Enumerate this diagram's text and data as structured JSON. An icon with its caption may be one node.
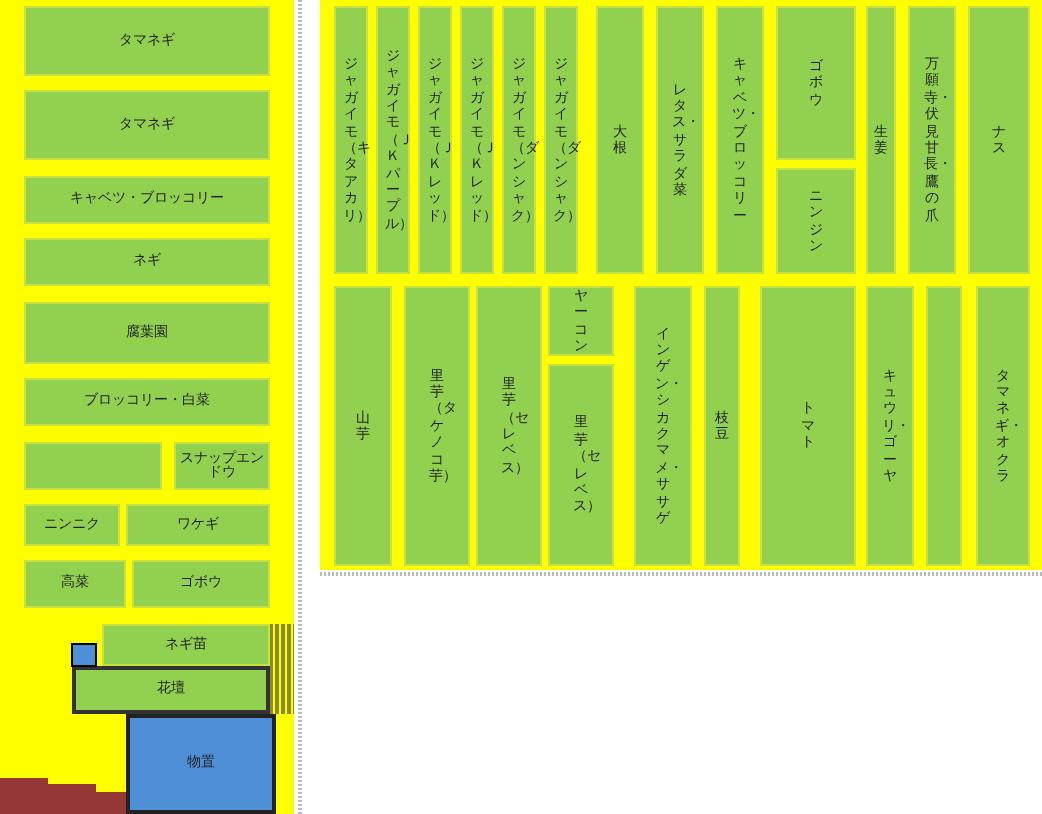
{
  "diagram": {
    "nodes": [
      {
        "text": [
          "タマネギ"
        ]
      },
      {
        "text": [
          "タマネギ"
        ]
      },
      {
        "text": [
          "キャベツ・ブロッコリー"
        ]
      },
      {
        "text": [
          "ネギ"
        ]
      },
      {
        "text": [
          "腐葉園"
        ]
      },
      {
        "text": [
          "ブロッコリー・白菜"
        ]
      },
      {
        "text": [],
        "shape": "box"
      },
      {
        "text": [
          "スナップエンドウ"
        ]
      },
      {
        "text": [
          "ニンニク"
        ]
      },
      {
        "text": [
          "ワケギ"
        ]
      },
      {
        "text": [
          "高菜"
        ]
      },
      {
        "text": [
          "ゴボウ"
        ]
      },
      {
        "text": [
          "ネギ苗"
        ]
      },
      {
        "text": [
          "花壇"
        ]
      },
      {
        "text": [
          "物置"
        ]
      },
      {
        "text": [
          "ジャガイモ（キタアカリ）"
        ]
      },
      {
        "text": [
          "ジャガイモ（ＪＫパープル）"
        ]
      },
      {
        "text": [
          "ジャガイモ（ＪＫレッド）"
        ]
      },
      {
        "text": [
          "ジャガイモ（ＪＫレッド）"
        ]
      },
      {
        "text": [
          "ジャガイモ（ダンシャク）"
        ]
      },
      {
        "text": [
          "ジャガイモ（ダンシャク）"
        ]
      },
      {
        "text": [
          "大根"
        ]
      },
      {
        "text": [
          "レタス・サラダ菜"
        ]
      },
      {
        "text": [
          "キャベツ・ブロッコリー"
        ]
      },
      {
        "text": [
          "ゴボウ"
        ]
      },
      {
        "text": [
          "ニンジン"
        ]
      },
      {
        "text": [
          "生姜"
        ]
      },
      {
        "text": [
          "万願寺・伏見甘長・鷹の爪"
        ]
      },
      {
        "text": [
          "ナス"
        ]
      },
      {
        "text": [
          "山芋"
        ]
      },
      {
        "text": [
          "里芋（タケノコ芋）"
        ]
      },
      {
        "text": [
          "里芋（セレベス）"
        ]
      },
      {
        "text": [
          "ヤーコン"
        ]
      },
      {
        "text": [
          "里芋（セレベス）"
        ]
      },
      {
        "text": [
          "インゲン・シカクマメ・ササゲ"
        ]
      },
      {
        "text": [
          "枝豆"
        ]
      },
      {
        "text": [
          "トマト"
        ]
      },
      {
        "text": [
          "キュウリ・ゴーヤ"
        ]
      },
      {
        "text": [],
        "shape": "box"
      },
      {
        "text": [
          "タマネギ・オクラ"
        ]
      }
    ],
    "edges": []
  }
}
